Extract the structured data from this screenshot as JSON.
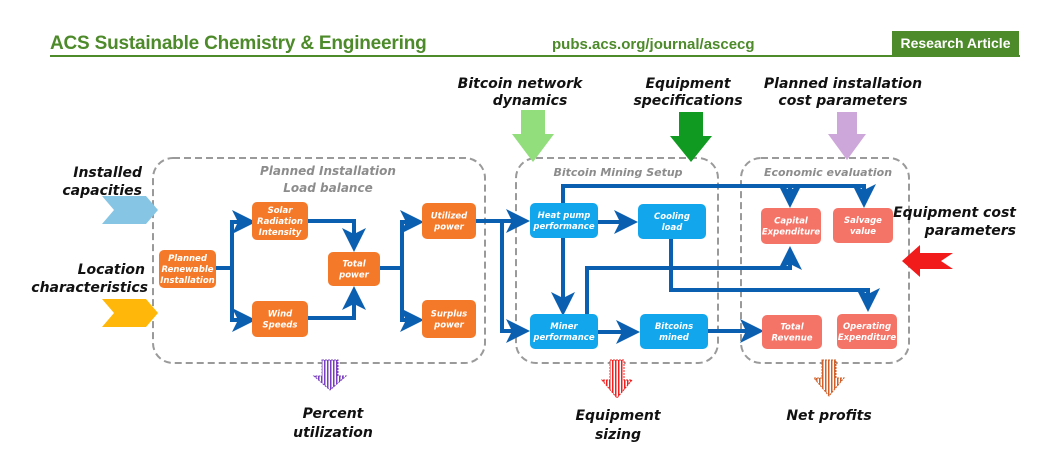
{
  "header": {
    "journal": "ACS Sustainable Chemistry & Engineering",
    "url": "pubs.acs.org/journal/ascecg",
    "badge": "Research Article"
  },
  "colors": {
    "brand_green": "#4d8a2a",
    "flow_blue": "#0b5fb0",
    "orange_node": "#f47a2a",
    "blue_node": "#12a6ec",
    "salmon_node": "#f47468",
    "group_border": "#9a9a9a"
  },
  "groups": {
    "planned": [
      "Planned Installation",
      "Load balance"
    ],
    "mining": [
      "Bitcoin Mining Setup"
    ],
    "economic": [
      "Economic evaluation"
    ]
  },
  "inputs": {
    "installed_capacities": [
      "Installed",
      "capacities"
    ],
    "location_characteristics": [
      "Location",
      "characteristics"
    ],
    "bitcoin_network": [
      "Bitcoin network",
      "dynamics"
    ],
    "equipment_specs": [
      "Equipment",
      "specifications"
    ],
    "installation_cost": [
      "Planned installation",
      "cost parameters"
    ],
    "equipment_cost": [
      "Equipment cost",
      "parameters"
    ]
  },
  "outputs": {
    "percent_utilization": [
      "Percent",
      "utilization"
    ],
    "equipment_sizing": [
      "Equipment",
      "sizing"
    ],
    "net_profits": [
      "Net profits"
    ]
  },
  "nodes": {
    "planned_renewable": [
      "Planned",
      "Renewable",
      "Installation"
    ],
    "solar": [
      "Solar",
      "Radiation",
      "Intensity"
    ],
    "wind": [
      "Wind",
      "Speeds"
    ],
    "total_power": [
      "Total",
      "power"
    ],
    "utilized_power": [
      "Utilized",
      "power"
    ],
    "surplus_power": [
      "Surplus",
      "power"
    ],
    "heat_pump": [
      "Heat pump",
      "performance"
    ],
    "cooling_load": [
      "Cooling",
      "load"
    ],
    "miner_perf": [
      "Miner",
      "performance"
    ],
    "bitcoins_mined": [
      "Bitcoins",
      "mined"
    ],
    "capex": [
      "Capital",
      "Expenditure"
    ],
    "salvage": [
      "Salvage",
      "value"
    ],
    "total_revenue": [
      "Total",
      "Revenue"
    ],
    "opex": [
      "Operating",
      "Expenditure"
    ]
  }
}
